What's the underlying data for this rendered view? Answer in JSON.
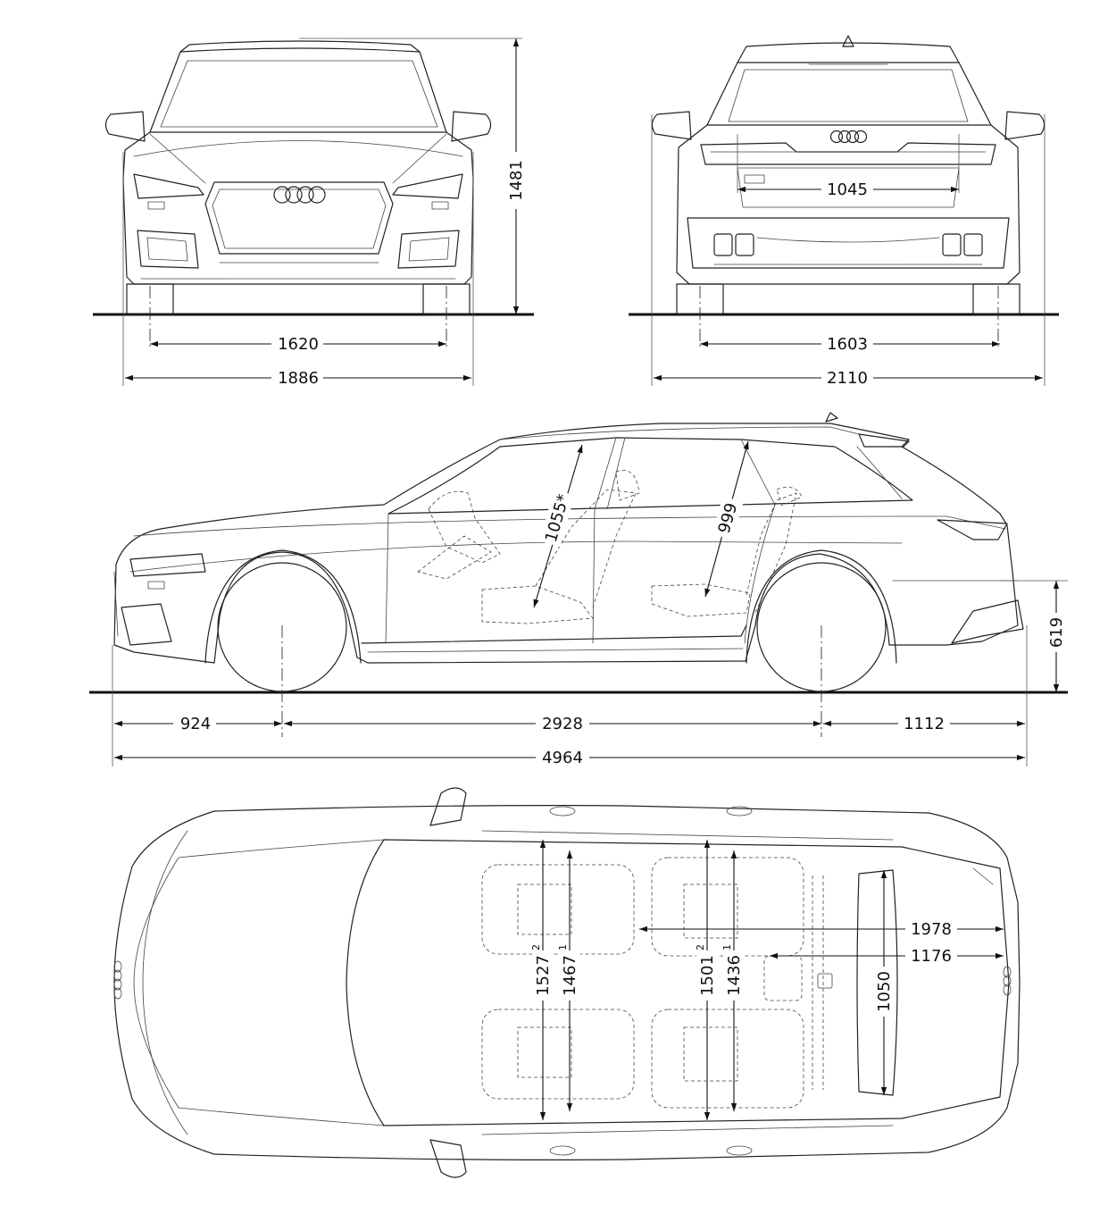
{
  "dimensions": {
    "front_height": "1481",
    "front_track": "1620",
    "front_width": "1886",
    "rear_tailgate_width": "1045",
    "rear_track": "1603",
    "rear_width_mirrors": "2110",
    "front_headroom": "1055*",
    "rear_headroom": "999",
    "loading_sill_height": "619",
    "front_overhang": "924",
    "wheelbase": "2928",
    "rear_overhang": "1112",
    "overall_length": "4964",
    "front_shoulder_width": "1527",
    "front_shoulder_width_note": "2",
    "front_elbow_width": "1467",
    "front_elbow_width_note": "1",
    "rear_shoulder_width": "1501",
    "rear_shoulder_width_note": "2",
    "rear_elbow_width": "1436",
    "rear_elbow_width_note": "1",
    "load_floor_length": "1978",
    "load_width_between_arches": "1176",
    "load_floor_width": "1050"
  }
}
